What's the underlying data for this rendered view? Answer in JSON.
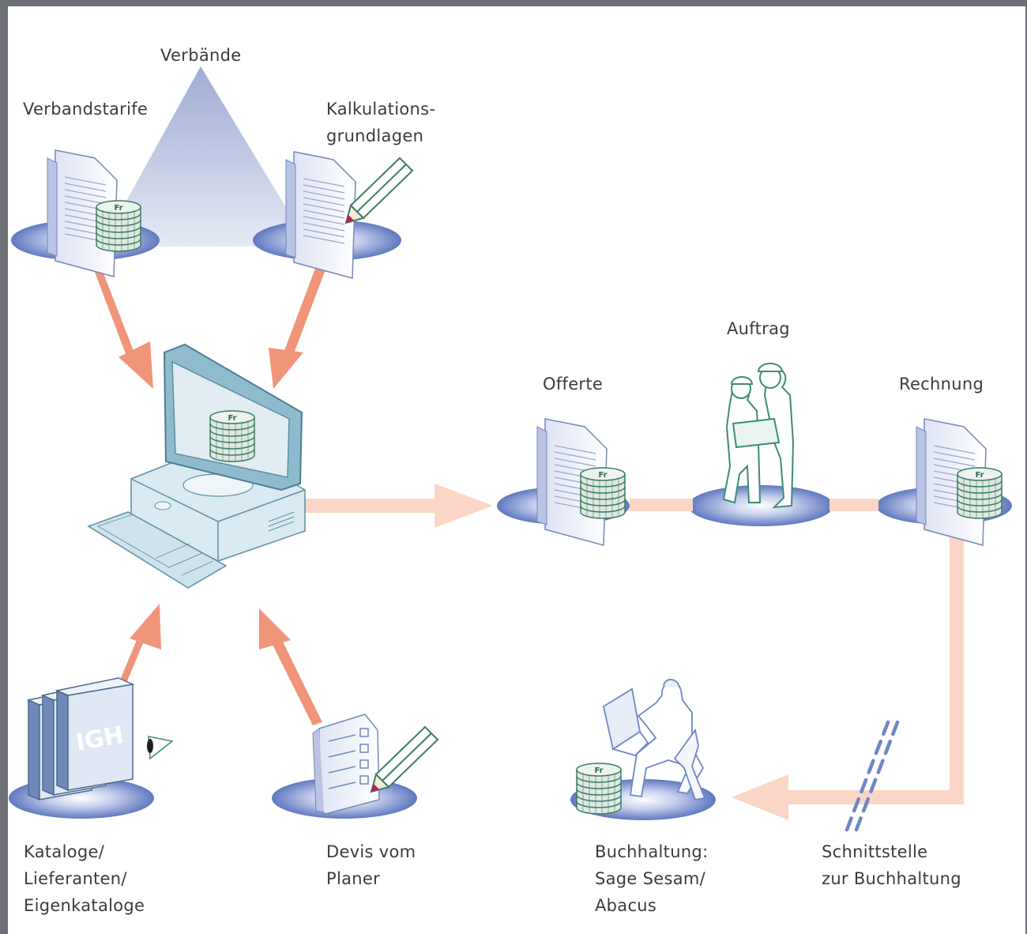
{
  "labels": {
    "verbaende": "Verbände",
    "verbandstarife": "Verbandstarife",
    "kalkulation_1": "Kalkulations-",
    "kalkulation_2": "grundlagen",
    "auftrag": "Auftrag",
    "offerte": "Offerte",
    "rechnung": "Rechnung",
    "kataloge_1": "Kataloge/",
    "kataloge_2": "Lieferanten/",
    "kataloge_3": "Eigenkataloge",
    "devis_1": "Devis vom",
    "devis_2": "Planer",
    "buchhaltung_1": "Buchhaltung:",
    "buchhaltung_2": "Sage Sesam/",
    "buchhaltung_3": "Abacus",
    "schnitt_1": "Schnittstelle",
    "schnitt_2": "zur Buchhaltung"
  },
  "book_label": "IGH",
  "disk_label": "Fr",
  "colors": {
    "arrow_strong": "#f0957a",
    "arrow_light": "#fbd6c6",
    "platform": "#6f86c6",
    "triangle": "#aebad9",
    "person": "#3e8c74",
    "monitor": "#c6dde9",
    "dashes": "#6f86c6"
  }
}
